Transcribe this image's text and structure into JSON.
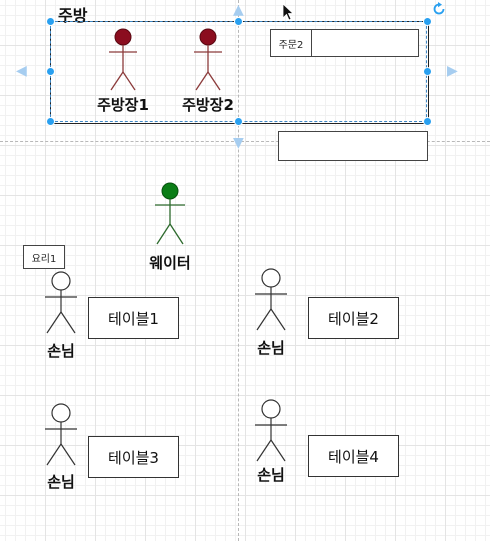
{
  "kitchen": {
    "title": "주방"
  },
  "actors": {
    "chef1": {
      "label": "주방장1",
      "head_color": "#8b0d1f"
    },
    "chef2": {
      "label": "주방장2",
      "head_color": "#8b0d1f"
    },
    "waiter": {
      "label": "웨이터",
      "head_color": "#0a7d16"
    },
    "guest1": {
      "label": "손님"
    },
    "guest2": {
      "label": "손님"
    },
    "guest3": {
      "label": "손님"
    },
    "guest4": {
      "label": "손님"
    }
  },
  "notes": {
    "order": "주문2",
    "dish": "요리1"
  },
  "tables": [
    "테이블1",
    "테이블2",
    "테이블3",
    "테이블4"
  ],
  "colors": {
    "selection": "#29a0f0",
    "guide": "#b8b8b8"
  },
  "icons": {
    "rotate": "rotate-icon",
    "cursor": "mouse-pointer-icon"
  }
}
